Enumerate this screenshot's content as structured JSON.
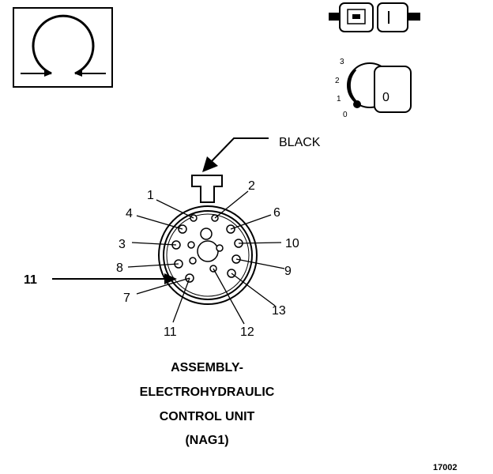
{
  "connector": {
    "wire_color_label": "BLACK",
    "pin_numbers": [
      "1",
      "2",
      "3",
      "4",
      "6",
      "7",
      "8",
      "9",
      "10",
      "11",
      "12",
      "13"
    ],
    "pin_11_side_label": "11"
  },
  "caption": {
    "line1": "ASSEMBLY-",
    "line2": "ELECTROHYDRAULIC",
    "line3": "CONTROL UNIT",
    "line4": "(NAG1)"
  },
  "dial": {
    "scale": [
      "3",
      "2",
      "1",
      "0"
    ],
    "key_value": "0"
  },
  "figure_code": "17002",
  "icons": [
    "omega-symbol-icon",
    "connector-plug-icon",
    "ignition-key-icon"
  ]
}
